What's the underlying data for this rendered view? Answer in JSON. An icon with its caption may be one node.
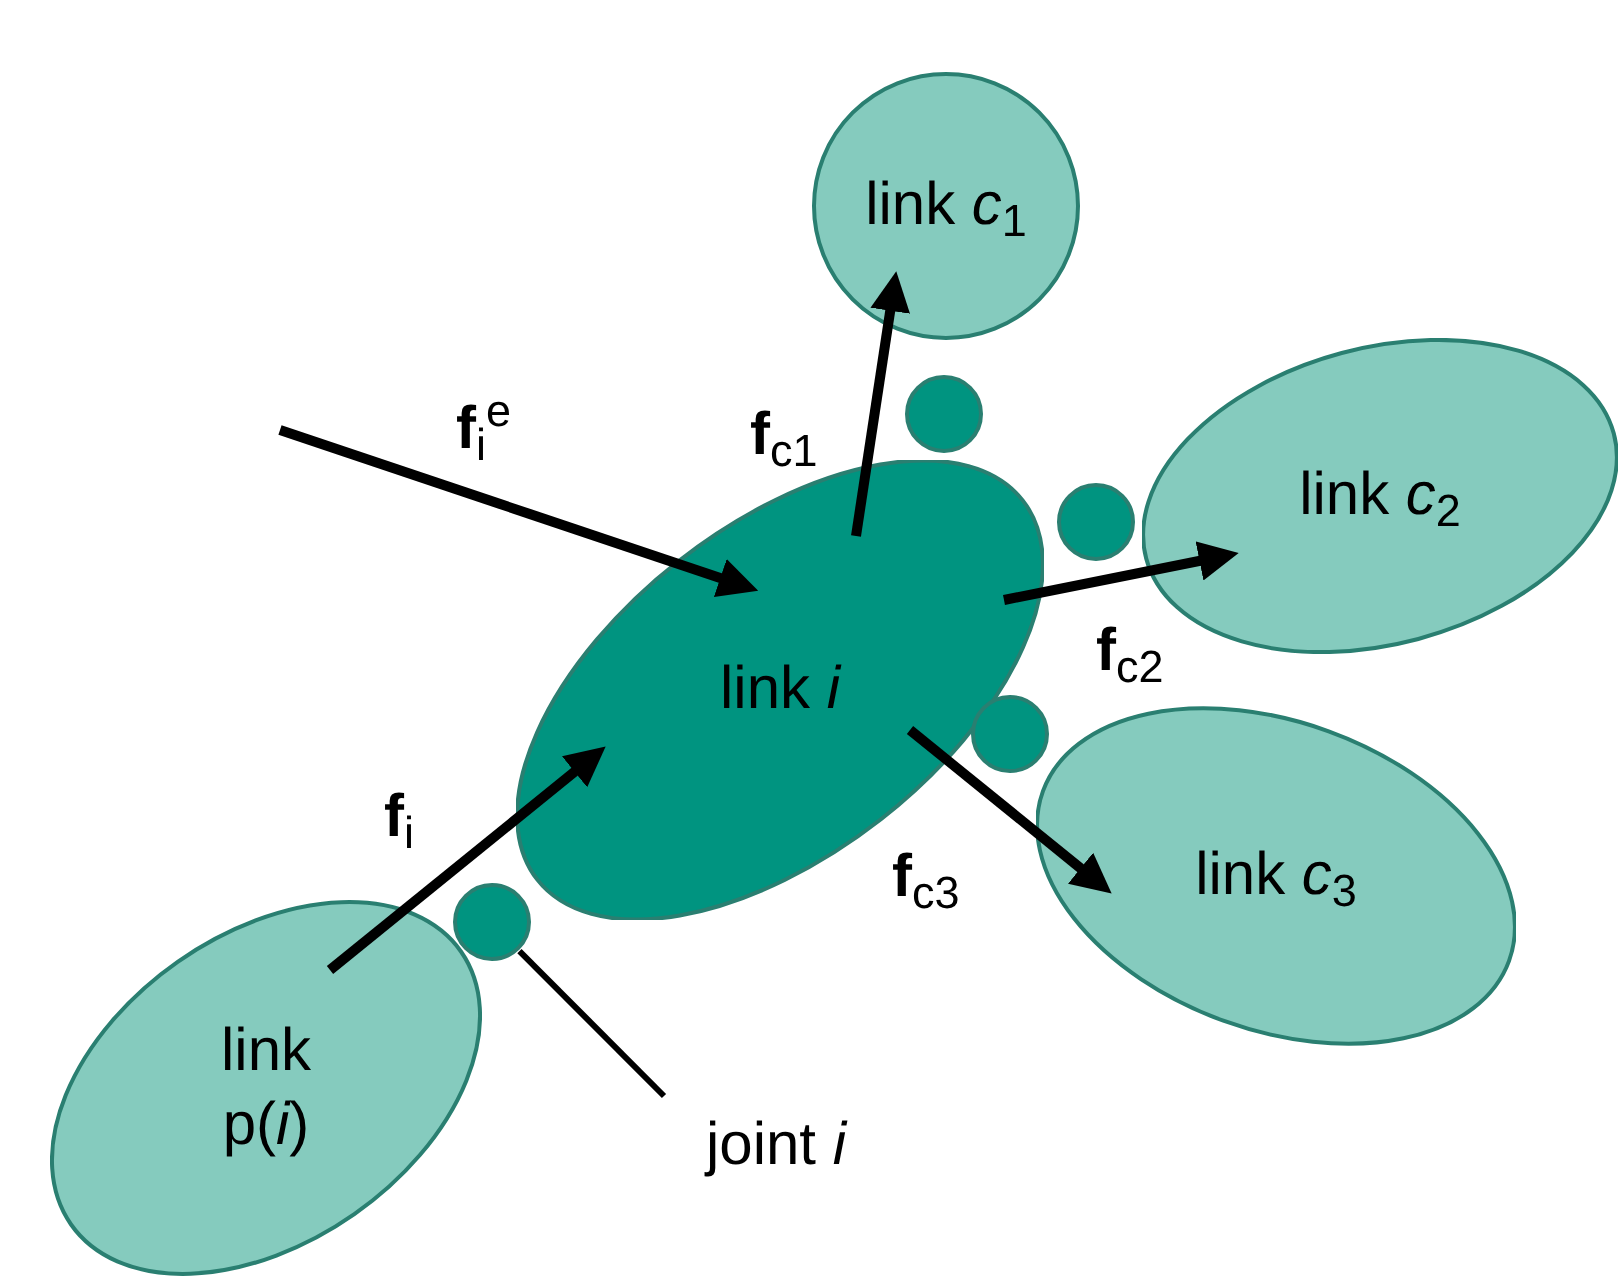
{
  "diagram": {
    "nodes": [
      {
        "text": [
          "link *c*$_{1}$"
        ]
      },
      {
        "text": [
          "link *c*$_{2}$"
        ]
      },
      {
        "text": [
          "link *i*"
        ]
      },
      {
        "text": [
          "link *c*$_{3}$"
        ]
      },
      {
        "text": [
          "link p(*i*)"
        ]
      },
      {
        "text": [],
        "shape": "circle"
      },
      {
        "text": [],
        "shape": "circle"
      },
      {
        "text": [],
        "shape": "circle"
      },
      {
        "text": [],
        "shape": "circle"
      },
      {
        "text": [
          "joint *i*"
        ]
      }
    ],
    "edges": [
      {
        "from": null,
        "to": 2,
        "arrow": "to",
        "label": "**f**$_{i}$$^{e}$"
      },
      {
        "from": 2,
        "to": 0,
        "arrow": "to",
        "label": "**f**$_{c1}$"
      },
      {
        "from": 2,
        "to": 1,
        "arrow": "to",
        "label": "**f**$_{c2}$"
      },
      {
        "from": 2,
        "to": 3,
        "arrow": "to",
        "label": "**f**$_{c3}$"
      },
      {
        "from": 4,
        "to": 2,
        "arrow": "to",
        "label": "**f**$_{i}$"
      },
      {
        "from": 9,
        "to": 8,
        "arrow": "none"
      }
    ]
  }
}
